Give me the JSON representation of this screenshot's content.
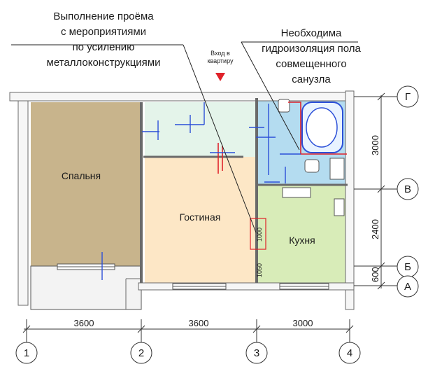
{
  "annotations": {
    "opening_lines": [
      "Выполнение проёма",
      "с мероприятиями",
      "по усилению",
      "металлоконструкциями"
    ],
    "waterproof_lines": [
      "Необходима",
      "гидроизоляция пола",
      "совмещенного",
      "санузла"
    ],
    "entrance_lines": [
      "Вход в",
      "квартиру"
    ]
  },
  "rooms": {
    "bedroom": "Спальня",
    "living": "Гостиная",
    "kitchen": "Кухня"
  },
  "dimensions": {
    "bottom": [
      "3600",
      "3600",
      "3000"
    ],
    "right": [
      "3000",
      "2400",
      "600"
    ],
    "opening_height": "1000",
    "opening_sill": "1050"
  },
  "axes": {
    "vertical": [
      "1",
      "2",
      "3",
      "4"
    ],
    "horizontal": [
      "Г",
      "В",
      "Б",
      "А"
    ]
  },
  "colors": {
    "bedroom": "#c8b48c",
    "living": "#fde7c6",
    "kitchen": "#d8ecb8",
    "corridor": "#e4f4ea",
    "bathroom": "#b4dcf0",
    "reinforcement": "#2b4fd8",
    "waterproofing": "#e0222a"
  }
}
